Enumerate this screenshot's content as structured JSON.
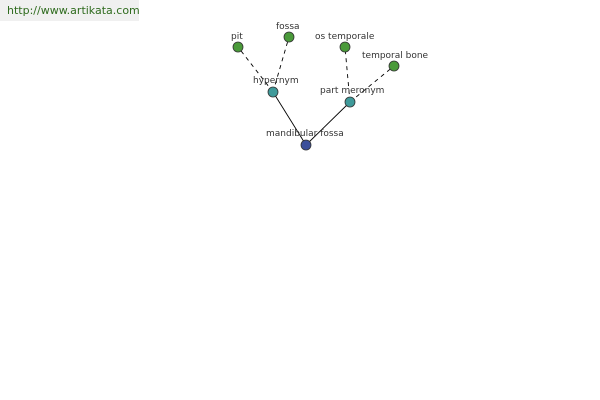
{
  "site": {
    "url_text": "http://www.artikata.com"
  },
  "colors": {
    "root_node": "#3b4f9a",
    "relation_node": "#3f9a9a",
    "term_node": "#4a9a3a",
    "url_text": "#2f6b1e",
    "edge": "#000000"
  },
  "diagram": {
    "root": {
      "id": "root",
      "label": "mandibular fossa",
      "kind": "root"
    },
    "relations": [
      {
        "id": "rel-hypernym",
        "label": "hypernym",
        "kind": "relation",
        "parent": "root",
        "terms": [
          {
            "id": "term-pit",
            "label": "pit",
            "kind": "term"
          },
          {
            "id": "term-fossa",
            "label": "fossa",
            "kind": "term"
          }
        ]
      },
      {
        "id": "rel-part-meronym",
        "label": "part meronym",
        "kind": "relation",
        "parent": "root",
        "terms": [
          {
            "id": "term-os-temporale",
            "label": "os temporale",
            "kind": "term"
          },
          {
            "id": "term-temporal-bone",
            "label": "temporal bone",
            "kind": "term"
          }
        ]
      }
    ]
  }
}
